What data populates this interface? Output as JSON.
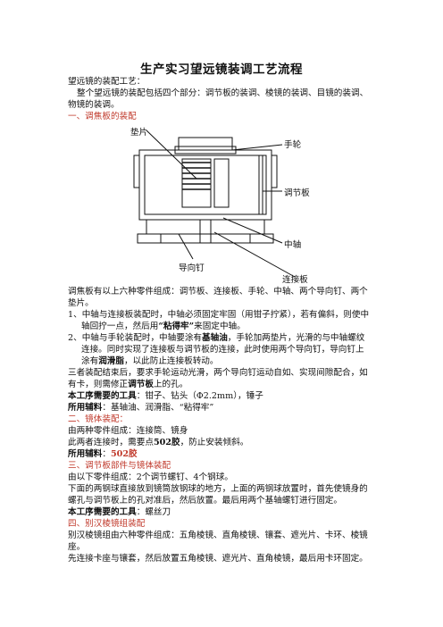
{
  "title": "生产实习望远镜装调工艺流程",
  "intro": {
    "line1": "望远镜的装配工艺：",
    "line2": "整个望远镜的装配包括四个部分：调节板的装调、棱镜的装调、目镜的装调、",
    "line3": "物镜的装调。"
  },
  "section1": {
    "heading": "一、调焦板的装配",
    "figure_labels": {
      "shim": "垫片",
      "handwheel": "手轮",
      "adjust_plate": "调节板",
      "center_shaft": "中轴",
      "guide_pin": "导向钉",
      "link_plate": "连接板"
    },
    "p1a": "调焦板有以上六种零件组成：调节板、连接板、手轮、中轴、两个导向钉、两个",
    "p1b": "垫片。",
    "item1_num": "1、",
    "item1a": "中轴与连接板装配时，中轴必须固定牢固（用钳子拧紧），若有偏斜，则使中",
    "item1b_pre": "轴回拧一点，然后用",
    "item1b_em": "“粘得牢”",
    "item1b_post": "来固定中轴。",
    "item2_num": "2、",
    "item2a_pre": "中轴与手轮装配时，中轴要涂有",
    "item2a_em": "基轴油",
    "item2a_post": "，手轮加两垫片，光滑的与中轴螺纹",
    "item2b": "连接。同时实现了连接板与调节板的连接，此时使用两个导向钉，导向钉上",
    "item2c_pre": "涂有",
    "item2c_em": "润滑脂",
    "item2c_post": "，以此防止连接板转动。",
    "p2a": "三者装配结束后，要求手轮运动光滑，两个导向钉运动自如、实现间隙配合，如",
    "p2b_pre": "有卡，则需修正",
    "p2b_em": "调节板",
    "p2b_post": "上的孔。",
    "tools_label": "本工序需要的工具",
    "tools_text": "：钳子、钻头（Φ2.2mm），锤子",
    "aux_label": "所用辅料",
    "aux_text": "：基轴油、润滑脂、“粘得牢”"
  },
  "section2": {
    "heading": "二、镜体装配：",
    "l1": "由两种零件组成：连接筒、镜身",
    "l2_pre": "此两者连接时，需要点",
    "l2_em": "502胶",
    "l2_post": "，防止安装倾斜。",
    "aux_label": "所用辅料",
    "aux_colon": "：",
    "aux_value": "502胶"
  },
  "section3": {
    "heading": "三、调节板部件与镜体装配",
    "l1": "由以下零件组成：2个调节螺钉、4个钢球。",
    "l2": "下面的两钢球直接放到镜筒放钢球的地方，上面的两钢球放置时，首先使镜身的",
    "l3": "螺孔与调节板上的孔对准后，然后放置。最后用两个基轴螺钉进行固定。",
    "tools_label": "本工序需要的工具",
    "tools_text": "：螺丝刀"
  },
  "section4": {
    "heading": "四、别汉棱镜组装配",
    "l1": "别汉棱镜组由六种零件组成：五角棱镜、直角棱镜、镶套、遮光片、卡环、棱镜",
    "l2": "座。",
    "l3": "先连接卡座与镶套，然后放置五角棱镜、遮光片、直角棱镜，最后用卡环固定。"
  },
  "colors": {
    "heading_red": "#c0392b",
    "text": "#111111"
  }
}
